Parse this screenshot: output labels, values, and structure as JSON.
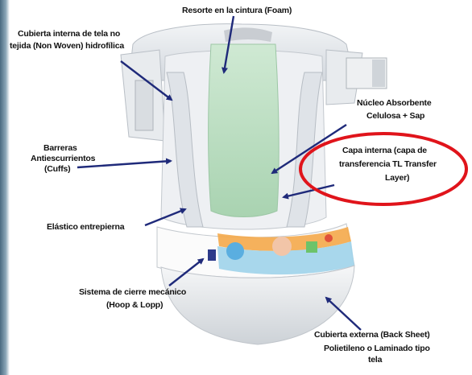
{
  "labels": {
    "resorte": "Resorte en la cintura (Foam)",
    "cubierta_interna_1": "Cubierta interna de tela no",
    "cubierta_interna_2": "tejida (Non Woven) hidrofílica",
    "nucleo_1": "Núcleo Absorbente",
    "nucleo_2": "Celulosa + Sap",
    "barreras_1": "Barreras",
    "barreras_2": "Antiescurrientos",
    "barreras_3": "(Cuffs)",
    "capa_1": "Capa interna (capa de",
    "capa_2": "transferencia TL  Transfer",
    "capa_3": "Layer)",
    "elastico": "Elástico entrepierna",
    "sistema_1": "Sistema de cierre mecánico",
    "sistema_2": "(Hoop & Lopp)",
    "cubierta_externa": "Cubierta externa (Back Sheet)",
    "polietileno_1": "Polietileno o Laminado tipo",
    "polietileno_2": "tela"
  },
  "colors": {
    "arrow": "#1f2a7a",
    "highlight_ellipse": "#e0141b",
    "core": "#bfe0c4",
    "waistband_orange": "#f4a84a",
    "waistband_blue": "#9ed3ea"
  }
}
